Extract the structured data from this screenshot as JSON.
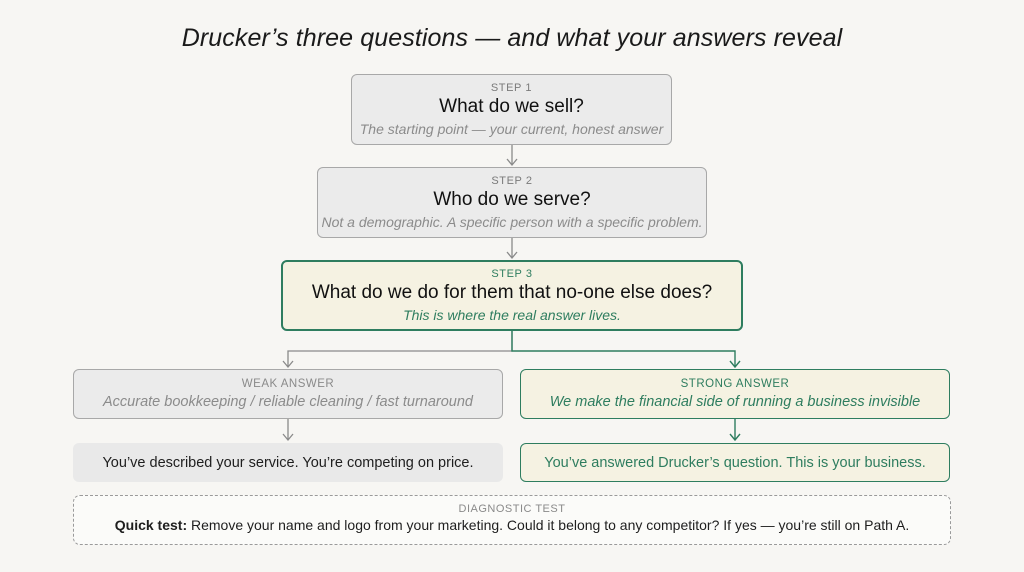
{
  "title": "Drucker’s three questions — and what your answers reveal",
  "steps": [
    {
      "label": "STEP 1",
      "question": "What do we sell?",
      "note": "The starting point — your current, honest answer"
    },
    {
      "label": "STEP 2",
      "question": "Who do we serve?",
      "note": "Not a demographic. A specific person with a specific problem."
    },
    {
      "label": "STEP 3",
      "question": "What do we do for them that no-one else does?",
      "note": "This is where the real answer lives."
    }
  ],
  "weak": {
    "label": "WEAK ANSWER",
    "answer": "Accurate bookkeeping / reliable cleaning / fast turnaround",
    "result": "You’ve described your service. You’re competing on price."
  },
  "strong": {
    "label": "STRONG ANSWER",
    "answer": "We make the financial side of running a business invisible",
    "result": "You’ve answered Drucker’s question. This is your business."
  },
  "diagnostic": {
    "label": "DIAGNOSTIC TEST",
    "lead": "Quick test:",
    "text": " Remove your name and logo from your marketing. Could it belong to any competitor? If yes — you’re still on Path A."
  },
  "colors": {
    "accent": "#2e7d5f",
    "grey_border": "#a8a8a8",
    "grey_fill": "#ebebeb",
    "green_fill": "#f5f2e2"
  }
}
